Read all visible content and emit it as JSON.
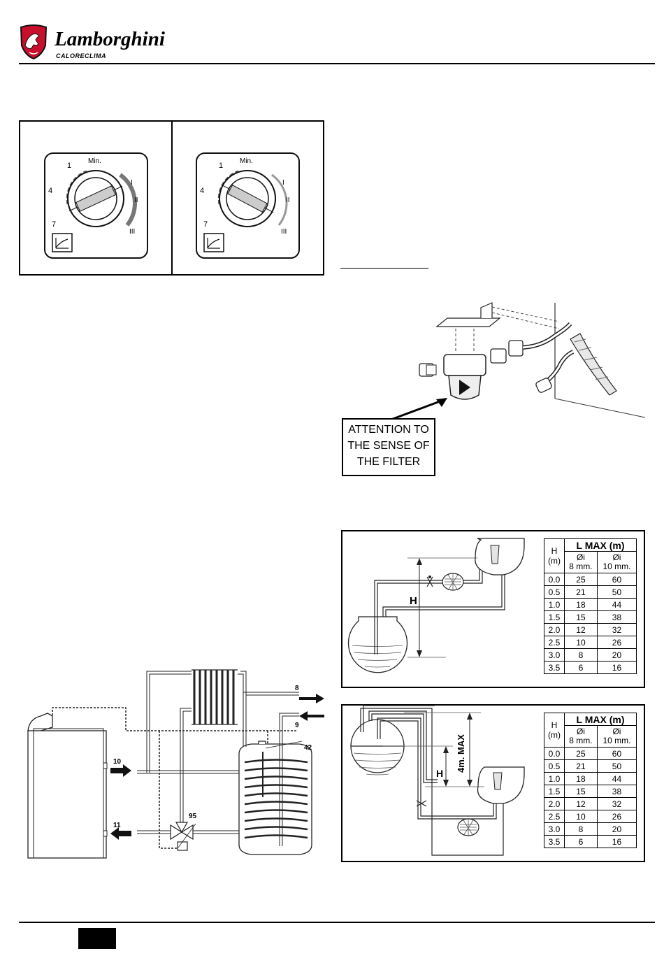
{
  "header": {
    "brand_name": "Lamborghini",
    "brand_sub": "CALORECLIMA"
  },
  "dials": {
    "scale_labels": [
      "Min.",
      "1",
      "4",
      "7",
      "I",
      "II",
      "III"
    ]
  },
  "filter": {
    "callout_lines": [
      "ATTENTION TO",
      "THE SENSE OF",
      "THE FILTER"
    ]
  },
  "tank_diagram": {
    "labels": [
      "8",
      "9",
      "10",
      "11",
      "42",
      "95"
    ]
  },
  "suction_table_1": {
    "h_label": "H",
    "axis_label": "H",
    "col_header_h": "H",
    "col_header_h_unit": "(m)",
    "col_header_main": "L MAX (m)",
    "col_8_line1": "Øi",
    "col_8_line2": "8 mm.",
    "col_10_line1": "Øi",
    "col_10_line2": "10 mm.",
    "rows": [
      [
        "0.0",
        "25",
        "60"
      ],
      [
        "0.5",
        "21",
        "50"
      ],
      [
        "1.0",
        "18",
        "44"
      ],
      [
        "1.5",
        "15",
        "38"
      ],
      [
        "2.0",
        "12",
        "32"
      ],
      [
        "2.5",
        "10",
        "26"
      ],
      [
        "3.0",
        "8",
        "20"
      ],
      [
        "3.5",
        "6",
        "16"
      ]
    ]
  },
  "suction_table_2": {
    "h_label": "H",
    "max_label": "4m. MAX",
    "col_header_h": "H",
    "col_header_h_unit": "(m)",
    "col_header_main": "L MAX (m)",
    "col_8_line1": "Øi",
    "col_8_line2": "8 mm.",
    "col_10_line1": "Øi",
    "col_10_line2": "10 mm.",
    "rows": [
      [
        "0.0",
        "25",
        "60"
      ],
      [
        "0.5",
        "21",
        "50"
      ],
      [
        "1.0",
        "18",
        "44"
      ],
      [
        "1.5",
        "15",
        "38"
      ],
      [
        "2.0",
        "12",
        "32"
      ],
      [
        "2.5",
        "10",
        "26"
      ],
      [
        "3.0",
        "8",
        "20"
      ],
      [
        "3.5",
        "6",
        "16"
      ]
    ]
  }
}
